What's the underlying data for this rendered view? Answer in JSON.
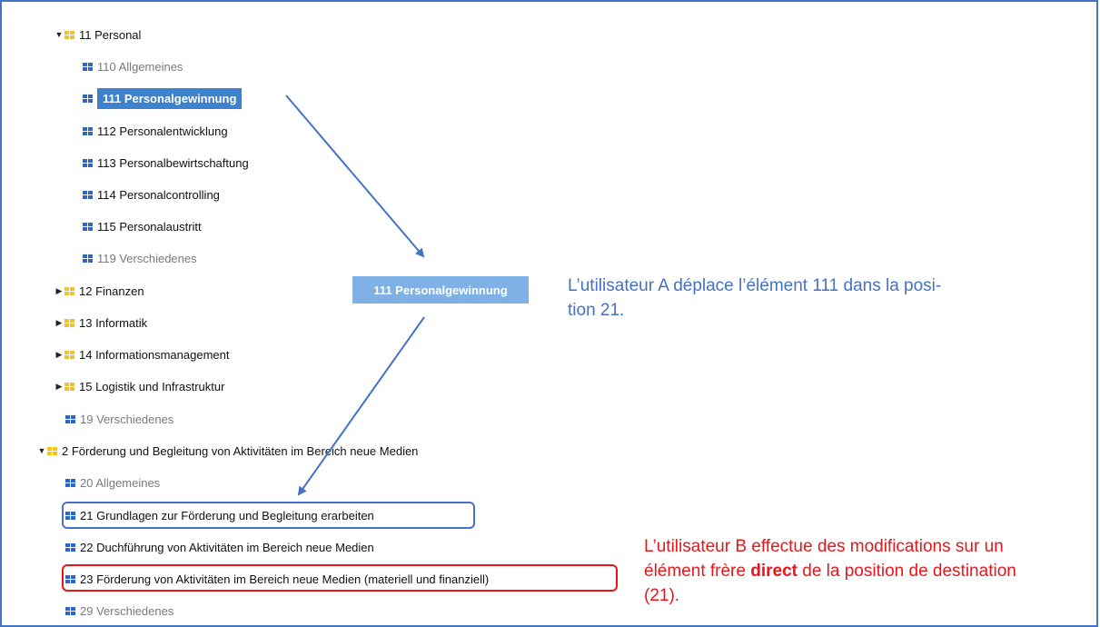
{
  "tree": [
    {
      "label": "11 Personal",
      "icon": "folder-icon",
      "caret": "expanded-caret-icon",
      "muted": false
    },
    {
      "label": "110 Allgemeines",
      "icon": "item-icon",
      "muted": true
    },
    {
      "label": "111 Personalgewinnung",
      "icon": "item-icon",
      "muted": false,
      "selected": true
    },
    {
      "label": "112 Personalentwicklung",
      "icon": "item-icon",
      "muted": false
    },
    {
      "label": "113 Personalbewirtschaftung",
      "icon": "item-icon",
      "muted": false
    },
    {
      "label": "114 Personalcontrolling",
      "icon": "item-icon",
      "muted": false
    },
    {
      "label": "115 Personalaustritt",
      "icon": "item-icon",
      "muted": false
    },
    {
      "label": "119 Verschiedenes",
      "icon": "item-icon",
      "muted": true
    },
    {
      "label": "12 Finanzen",
      "icon": "folder-icon",
      "caret": "collapsed-caret-icon",
      "muted": false
    },
    {
      "label": "13 Informatik",
      "icon": "folder-icon",
      "caret": "collapsed-caret-icon",
      "muted": false
    },
    {
      "label": "14 Informationsmanagement",
      "icon": "folder-icon",
      "caret": "collapsed-caret-icon",
      "muted": false
    },
    {
      "label": "15 Logistik und Infrastruktur",
      "icon": "folder-icon",
      "caret": "collapsed-caret-icon",
      "muted": false
    },
    {
      "label": "19 Verschiedenes",
      "icon": "item-icon",
      "muted": true
    },
    {
      "label": "2 Förderung und Begleitung von Aktivitäten im Bereich neue Medien",
      "icon": "folder-icon",
      "caret": "expanded-caret-icon",
      "muted": false
    },
    {
      "label": "20 Allgemeines",
      "icon": "item-icon",
      "muted": true
    },
    {
      "label": "21 Grundlagen zur Förderung und Begleitung erarbeiten",
      "icon": "item-icon",
      "muted": false
    },
    {
      "label": "22 Duchführung von Aktivitäten im Bereich neue Medien",
      "icon": "item-icon",
      "muted": false
    },
    {
      "label": "23 Förderung von Aktivitäten im Bereich neue Medien (materiell und finanziell)",
      "icon": "item-icon",
      "muted": false
    },
    {
      "label": "29 Verschiedenes",
      "icon": "item-icon",
      "muted": true
    }
  ],
  "drag_ghost": "111 Personalgewinnung",
  "annotations": {
    "user_a_line1": "L’utilisateur A déplace l’élément 111 dans la posi-",
    "user_a_line2": "tion 21.",
    "user_b_line1": "L’utilisateur B effectue des modifications sur un",
    "user_b_line2_pre": "élément frère ",
    "user_b_line2_bold": "direct",
    "user_b_line2_post": " de la position de destination",
    "user_b_line3": "(21)."
  },
  "colors": {
    "frame": "#4472c4",
    "annotation_a": "#4472c4",
    "annotation_b": "#e8161b",
    "selection": "#3d82cd",
    "folder_icon": "#f3c21b",
    "item_icon": "#2f65c8"
  }
}
